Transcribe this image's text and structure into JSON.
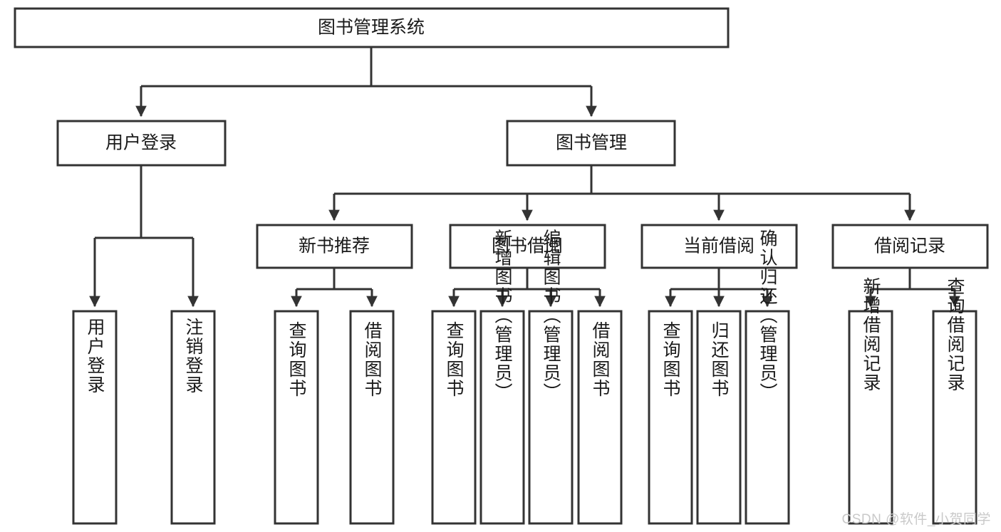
{
  "diagram": {
    "type": "tree-hierarchy",
    "title": "图书管理系统",
    "watermark": "CSDN @软件_小贺同学",
    "colors": {
      "stroke": "#333333",
      "fill": "#ffffff",
      "text": "#1a1a1a",
      "watermark": "#c9c9c9",
      "background": "#ffffff"
    },
    "levels": {
      "root": {
        "label": "图书管理系统"
      },
      "level2": [
        {
          "label": "用户登录"
        },
        {
          "label": "图书管理"
        }
      ],
      "level3": [
        {
          "label": "新书推荐"
        },
        {
          "label": "图书借阅"
        },
        {
          "label": "当前借阅"
        },
        {
          "label": "借阅记录"
        }
      ],
      "leaves": {
        "user_login": [
          {
            "label": "用户登录"
          },
          {
            "label": "注销登录"
          }
        ],
        "new_book_recommend": [
          {
            "label": "查询图书"
          },
          {
            "label": "借阅图书"
          }
        ],
        "book_borrow": [
          {
            "label": "查询图书"
          },
          {
            "label": "新增图书（管理员）"
          },
          {
            "label": "编辑图书（管理员）"
          },
          {
            "label": "借阅图书"
          }
        ],
        "current_borrow": [
          {
            "label": "查询图书"
          },
          {
            "label": "归还图书"
          },
          {
            "label": "确认归还（管理员）"
          }
        ],
        "borrow_record": [
          {
            "label": "新增借阅记录"
          },
          {
            "label": "查询借阅记录"
          }
        ]
      }
    }
  }
}
